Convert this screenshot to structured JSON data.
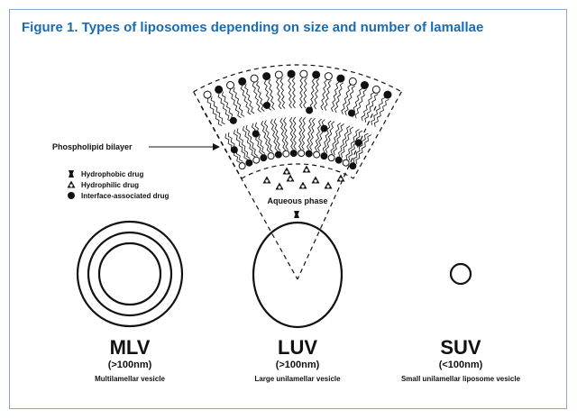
{
  "figure": {
    "title": "Figure 1. Types of liposomes depending on size and number of lamallae"
  },
  "labels": {
    "bilayer": "Phospholipid bilayer",
    "aqueous": "Aqueous phase"
  },
  "legend": [
    {
      "symbol": "hydrophobic-drug",
      "label": "Hydrophobic drug"
    },
    {
      "symbol": "hydrophilic-drug",
      "label": "Hydrophilic drug"
    },
    {
      "symbol": "interface-drug",
      "label": "Interface-associated drug"
    }
  ],
  "types": [
    {
      "abbr": "MLV",
      "size": "(>100nm)",
      "desc": "Multilamellar vesicle"
    },
    {
      "abbr": "LUV",
      "size": "(>100nm)",
      "desc": "Large unilamellar vesicle"
    },
    {
      "abbr": "SUV",
      "size": "(<100nm)",
      "desc": "Small unilamellar liposome vesicle"
    }
  ],
  "colors": {
    "title": "#1b6bb1",
    "frame": "#8aa9c9",
    "ink": "#111111"
  }
}
